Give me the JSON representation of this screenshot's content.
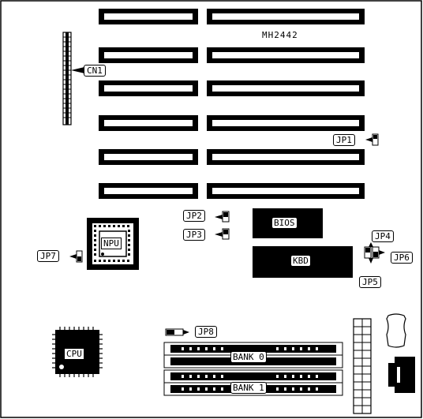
{
  "board": {
    "model": "MH2442"
  },
  "labels": {
    "cn1": "CN1",
    "jp1": "JP1",
    "jp2": "JP2",
    "jp3": "JP3",
    "jp4": "JP4",
    "jp5": "JP5",
    "jp6": "JP6",
    "jp7": "JP7",
    "jp8": "JP8",
    "npu": "NPU",
    "cpu": "CPU",
    "bios": "BIOS",
    "kbd": "KBD",
    "bank0": "BANK 0",
    "bank1": "BANK 1"
  }
}
